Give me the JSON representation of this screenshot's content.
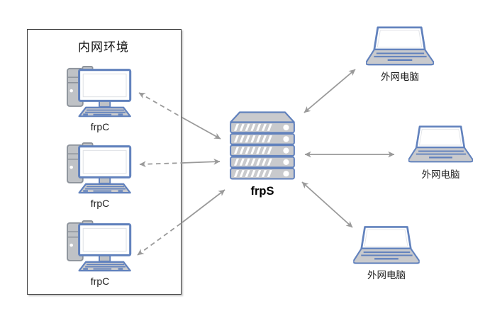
{
  "diagram": {
    "intranet": {
      "label": "内网环境"
    },
    "clients": [
      {
        "label": "frpC"
      },
      {
        "label": "frpC"
      },
      {
        "label": "frpC"
      }
    ],
    "server": {
      "label": "frpS"
    },
    "externals": [
      {
        "label": "外网电脑"
      },
      {
        "label": "外网电脑"
      },
      {
        "label": "外网电脑"
      }
    ],
    "connections": [
      {
        "from": "frpC-1",
        "to": "frpS",
        "style": "dashed-inside-solid-outside",
        "bidirectional": true
      },
      {
        "from": "frpC-2",
        "to": "frpS",
        "style": "dashed-inside-solid-outside",
        "bidirectional": true
      },
      {
        "from": "frpC-3",
        "to": "frpS",
        "style": "dashed-inside-solid-outside",
        "bidirectional": true
      },
      {
        "from": "frpS",
        "to": "external-1",
        "style": "solid",
        "bidirectional": true
      },
      {
        "from": "frpS",
        "to": "external-2",
        "style": "solid",
        "bidirectional": true
      },
      {
        "from": "frpS",
        "to": "external-3",
        "style": "solid",
        "bidirectional": true
      }
    ],
    "colors": {
      "device_stroke": "#6282bd",
      "device_fill": "#c9cacd",
      "tower_fill": "#bfc2c6",
      "tower_stroke": "#8d939b",
      "arrow": "#9a9a9a",
      "box_border": "#3f3f3f",
      "label_text": "#1c1c1c"
    }
  }
}
